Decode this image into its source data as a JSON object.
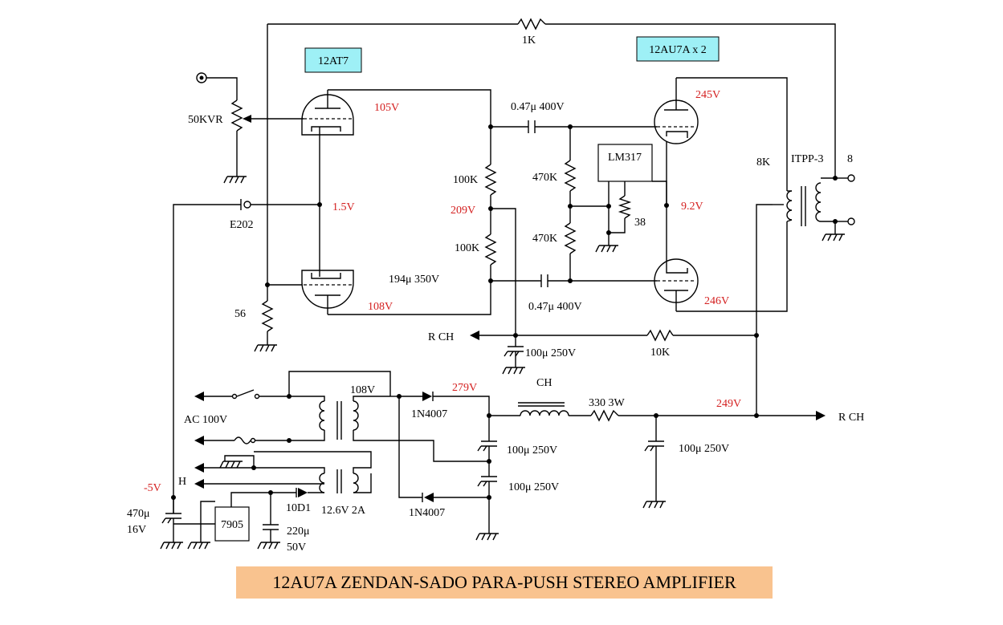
{
  "colors": {
    "voltage_text": "#d42020",
    "tube_label_bg": "#9ef0f6",
    "title_bg": "#f9c38f"
  },
  "tubes": {
    "input_tube": "12AT7",
    "output_tubes": "12AU7A x 2"
  },
  "components": {
    "feedback_res": "1K",
    "volume_pot": "50KVR",
    "input_jack": "E202",
    "cathode_res": "56",
    "plate_res_top": "100K",
    "plate_res_bot": "100K",
    "coupling_cap_top": "0.47μ 400V",
    "coupling_cap_bot": "0.47μ 400V",
    "grid_res_top": "470K",
    "grid_res_bot": "470K",
    "regulator": "LM317",
    "reg_res": "38",
    "bypass_cap": "194μ 350V",
    "out_transformer": "ITPP-3",
    "primary_imp": "8K",
    "secondary_imp": "8",
    "filter_cap_1": "100μ 250V",
    "filter_res_10k": "10K",
    "choke": "CH",
    "choke_res": "330 3W",
    "cap_a": "100μ 250V",
    "cap_b": "100μ 250V",
    "cap_c": "100μ 250V",
    "diode_1": "1N4007",
    "diode_2": "1N4007",
    "diode_3": "10D1",
    "neg_regulator": "7905",
    "cap_470_value": "470μ",
    "cap_470_volt": "16V",
    "cap_220_value": "220μ",
    "cap_220_volt": "50V",
    "heater_winding": "12.6V 2A",
    "ac_input": "AC 100V",
    "heater_label": "H",
    "rch_left": "R CH",
    "rch_right": "R CH"
  },
  "voltages": {
    "v105": "105V",
    "v1_5": "1.5V",
    "v108_plate": "108V",
    "v209": "209V",
    "v245": "245V",
    "v9_2": "9.2V",
    "v246": "246V",
    "v108_tr": "108V",
    "v279": "279V",
    "v249": "249V",
    "vneg5": "-5V"
  },
  "title": "12AU7A ZENDAN-SADO PARA-PUSH STEREO AMPLIFIER"
}
